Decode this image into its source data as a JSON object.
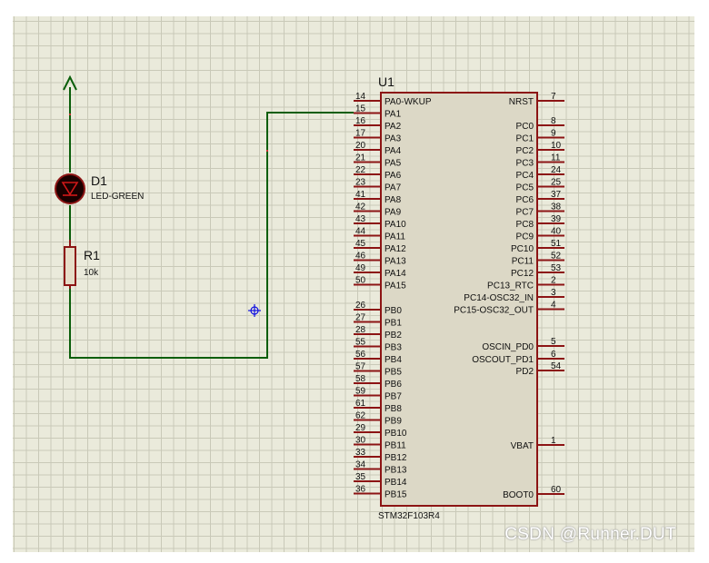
{
  "colors": {
    "sheet": "#eaeadb",
    "grid": "#c9c9b8",
    "wire": "#0a5e0a",
    "component_outline": "#8c1414",
    "chip_fill": "#dcd8c6",
    "led_body": "#1a0000",
    "marker": "#1010e0"
  },
  "icons": {
    "power_terminal": "arrow-up-icon",
    "led": "diode-icon",
    "probe": "crosshair-icon"
  },
  "chip": {
    "ref": "U1",
    "part": "STM32F103R4",
    "left_pins": [
      {
        "num": "14",
        "name": "PA0-WKUP"
      },
      {
        "num": "15",
        "name": "PA1"
      },
      {
        "num": "16",
        "name": "PA2"
      },
      {
        "num": "17",
        "name": "PA3"
      },
      {
        "num": "20",
        "name": "PA4"
      },
      {
        "num": "21",
        "name": "PA5"
      },
      {
        "num": "22",
        "name": "PA6"
      },
      {
        "num": "23",
        "name": "PA7"
      },
      {
        "num": "41",
        "name": "PA8"
      },
      {
        "num": "42",
        "name": "PA9"
      },
      {
        "num": "43",
        "name": "PA10"
      },
      {
        "num": "44",
        "name": "PA11"
      },
      {
        "num": "45",
        "name": "PA12"
      },
      {
        "num": "46",
        "name": "PA13"
      },
      {
        "num": "49",
        "name": "PA14"
      },
      {
        "num": "50",
        "name": "PA15"
      },
      {
        "num": "26",
        "name": "PB0"
      },
      {
        "num": "27",
        "name": "PB1"
      },
      {
        "num": "28",
        "name": "PB2"
      },
      {
        "num": "55",
        "name": "PB3"
      },
      {
        "num": "56",
        "name": "PB4"
      },
      {
        "num": "57",
        "name": "PB5"
      },
      {
        "num": "58",
        "name": "PB6"
      },
      {
        "num": "59",
        "name": "PB7"
      },
      {
        "num": "61",
        "name": "PB8"
      },
      {
        "num": "62",
        "name": "PB9"
      },
      {
        "num": "29",
        "name": "PB10"
      },
      {
        "num": "30",
        "name": "PB11"
      },
      {
        "num": "33",
        "name": "PB12"
      },
      {
        "num": "34",
        "name": "PB13"
      },
      {
        "num": "35",
        "name": "PB14"
      },
      {
        "num": "36",
        "name": "PB15"
      }
    ],
    "right_pins": [
      {
        "num": "7",
        "name": "NRST"
      },
      {
        "num": "8",
        "name": "PC0"
      },
      {
        "num": "9",
        "name": "PC1"
      },
      {
        "num": "10",
        "name": "PC2"
      },
      {
        "num": "11",
        "name": "PC3"
      },
      {
        "num": "24",
        "name": "PC4"
      },
      {
        "num": "25",
        "name": "PC5"
      },
      {
        "num": "37",
        "name": "PC6"
      },
      {
        "num": "38",
        "name": "PC7"
      },
      {
        "num": "39",
        "name": "PC8"
      },
      {
        "num": "40",
        "name": "PC9"
      },
      {
        "num": "51",
        "name": "PC10"
      },
      {
        "num": "52",
        "name": "PC11"
      },
      {
        "num": "53",
        "name": "PC12"
      },
      {
        "num": "2",
        "name": "PC13_RTC"
      },
      {
        "num": "3",
        "name": "PC14-OSC32_IN"
      },
      {
        "num": "4",
        "name": "PC15-OSC32_OUT"
      },
      {
        "num": "5",
        "name": "OSCIN_PD0"
      },
      {
        "num": "6",
        "name": "OSCOUT_PD1"
      },
      {
        "num": "54",
        "name": "PD2"
      },
      {
        "num": "1",
        "name": "VBAT"
      },
      {
        "num": "60",
        "name": "BOOT0"
      }
    ]
  },
  "led": {
    "ref": "D1",
    "value": "LED-GREEN"
  },
  "resistor": {
    "ref": "R1",
    "value": "10k"
  },
  "watermark": "CSDN @Runner.DUT"
}
